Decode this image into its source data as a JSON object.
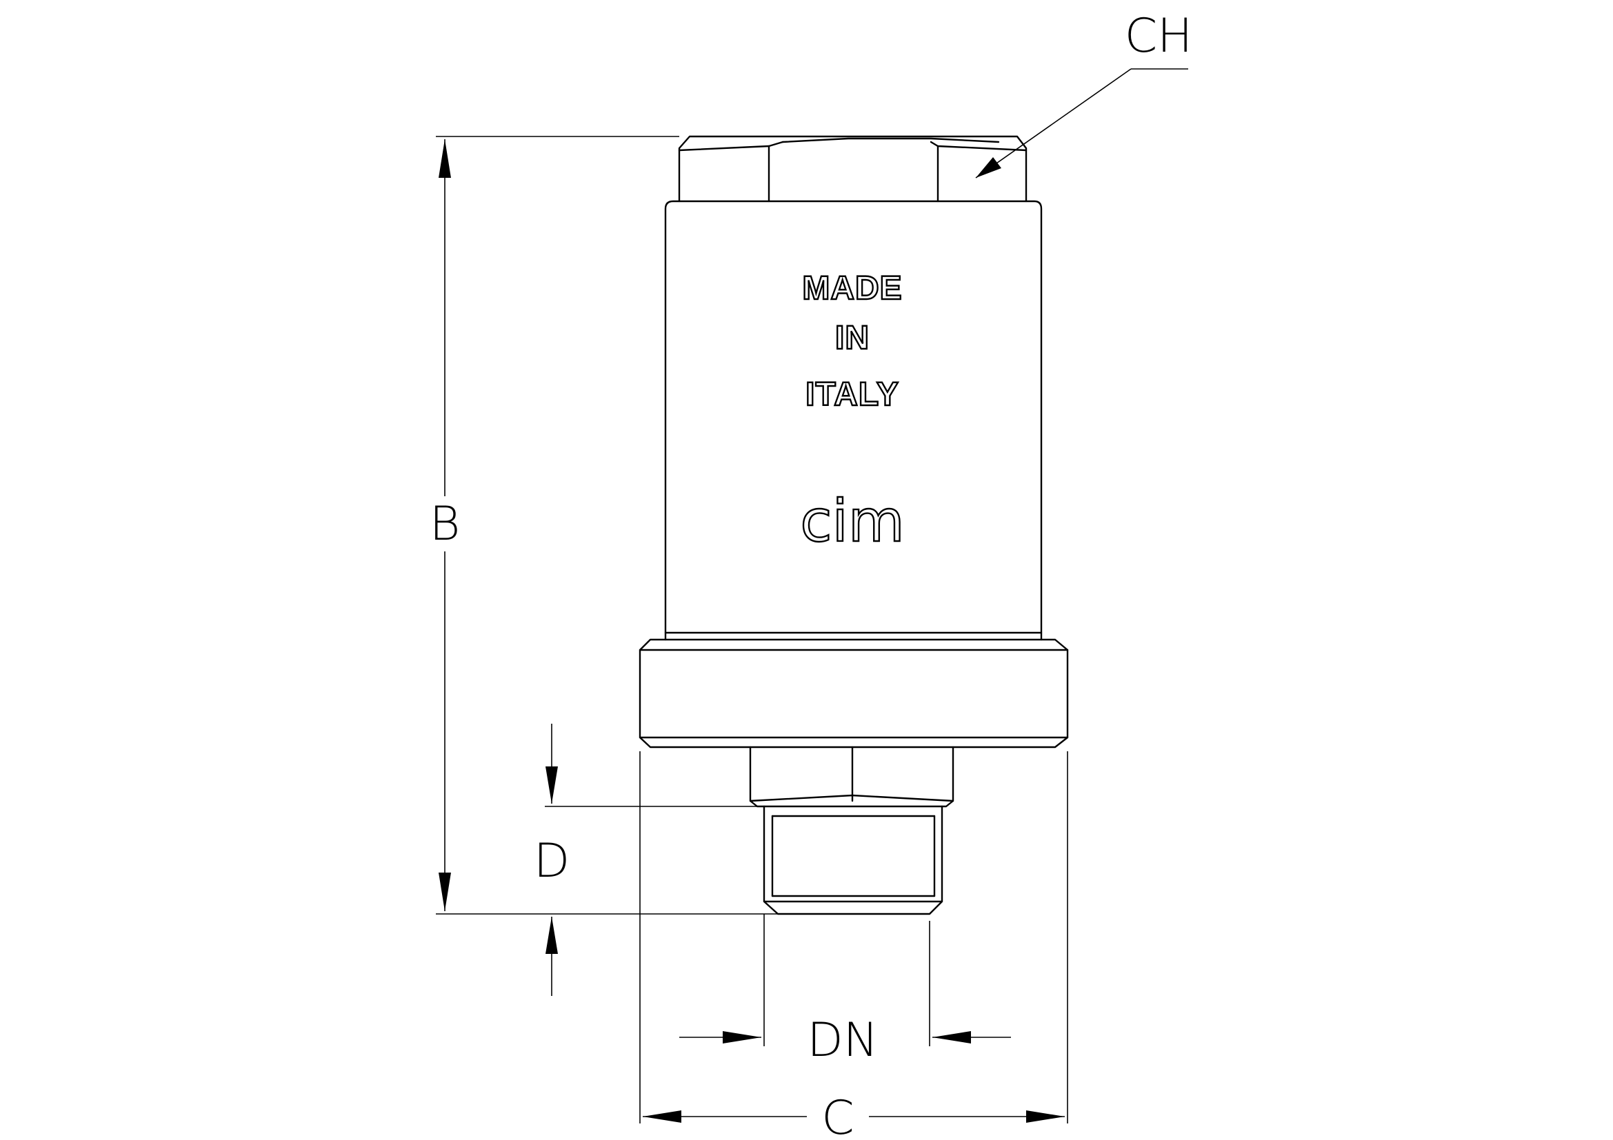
{
  "labels": {
    "ch": "CH",
    "b": "B",
    "d": "D",
    "dn": "DN",
    "c": "C"
  },
  "engraving": {
    "line1": "MADE",
    "line2": "IN",
    "line3": "ITALY",
    "logo": "cim"
  },
  "colors": {
    "line": "#000000",
    "background": "#ffffff"
  }
}
